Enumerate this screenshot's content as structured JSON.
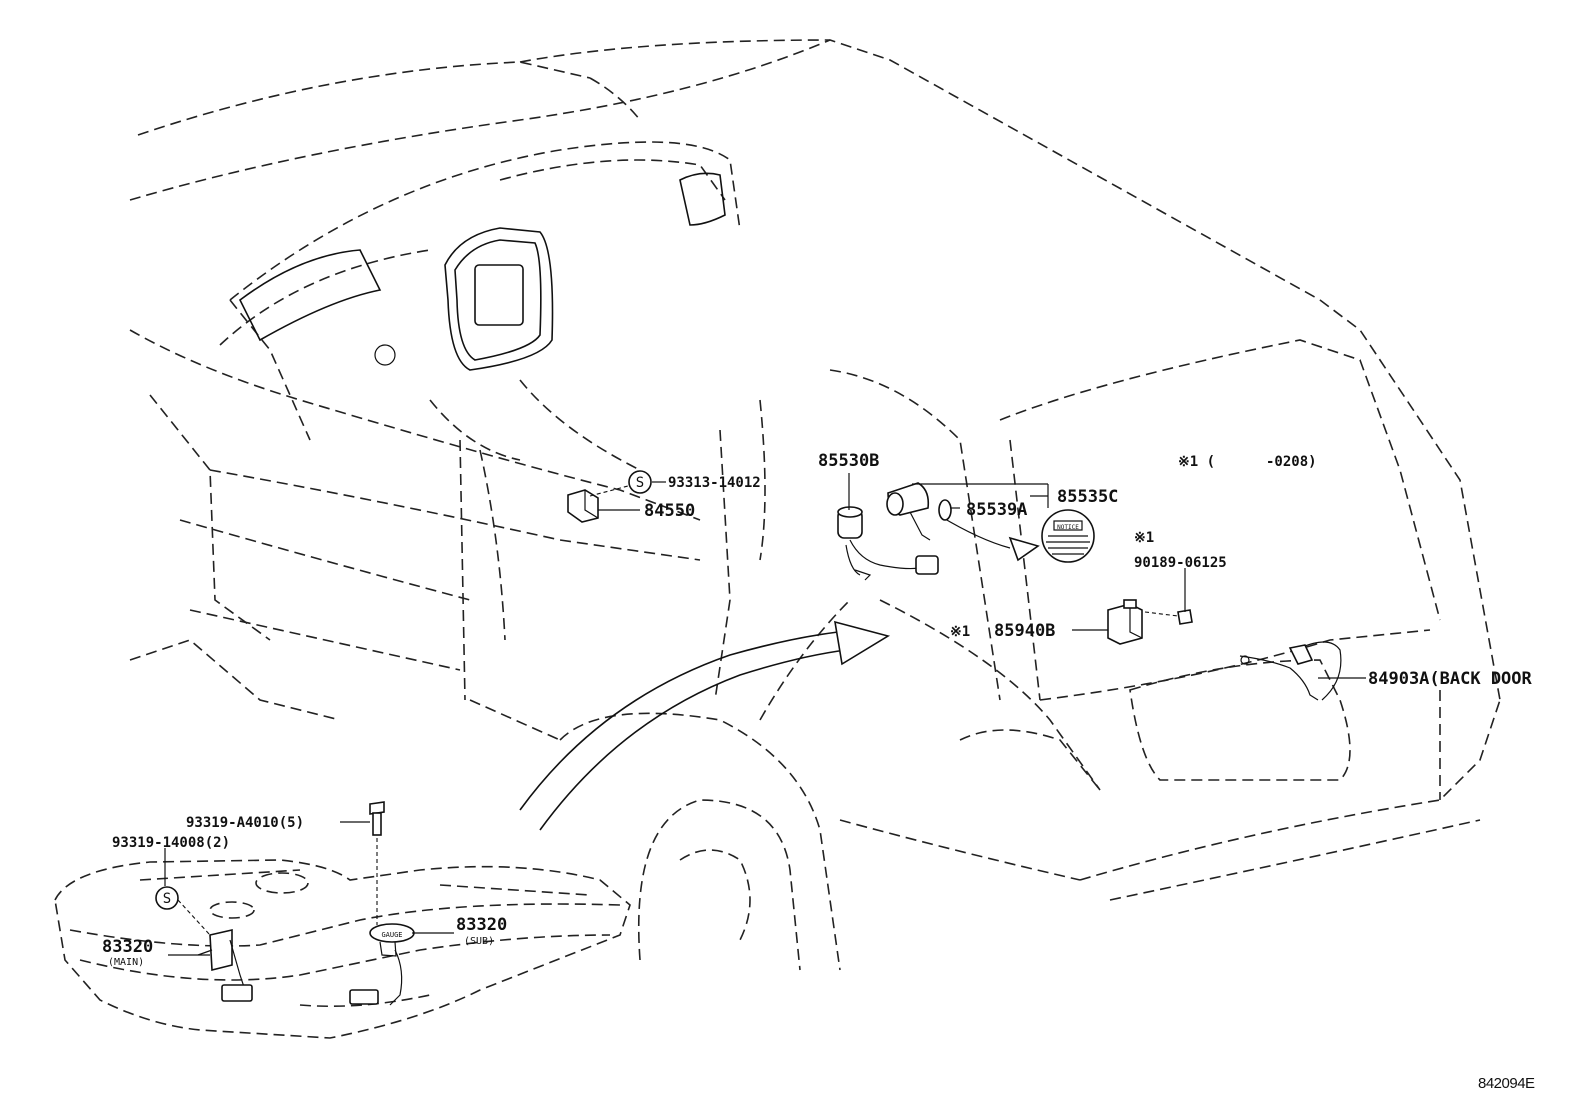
{
  "diagram_code": "842094E",
  "parts": {
    "p85530b": "85530B",
    "p85539a": "85539A",
    "p85535c": "85535C",
    "p84550": "84550",
    "p93313": "93313-14012",
    "s_mark_top": "S",
    "note_mark": "※1 (",
    "note_range": "-0208)",
    "mark_90189": "※1",
    "p90189": "90189-06125",
    "mark_85940b": "※1",
    "p85940b": "85940B",
    "p84903a": "84903A(BACK DOOR",
    "p93319_a4010": "93319-A4010(5)",
    "p93319_14008": "93319-14008(2)",
    "s_mark_tank": "S",
    "p83320_main": "83320",
    "main_sub": "(MAIN)",
    "p83320_sub": "83320",
    "sub_sub": "(SUB)",
    "notice_label": "NOTICE",
    "gauge_label": "GAUGE"
  }
}
